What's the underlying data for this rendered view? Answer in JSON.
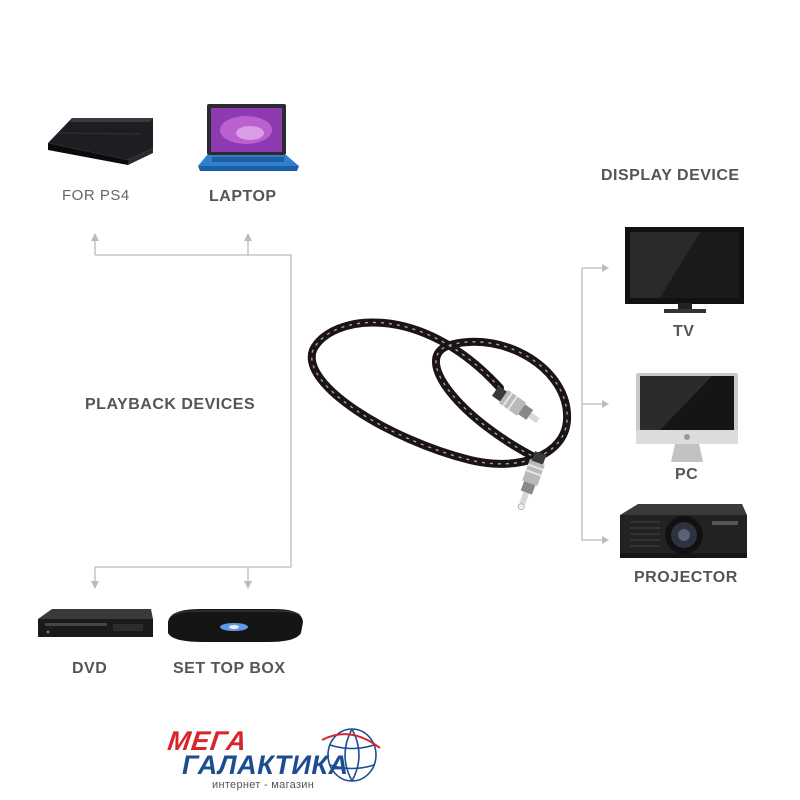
{
  "labels": {
    "ps4": "FOR PS4",
    "laptop": "LAPTOP",
    "display_device": "DISPLAY DEVICE",
    "tv": "TV",
    "playback_devices": "PLAYBACK DEVICES",
    "pc": "PC",
    "projector": "PROJECTOR",
    "dvd": "DVD",
    "set_top_box": "SET TOP BOX"
  },
  "logo": {
    "line1": "МЕГА",
    "line2": "ГАЛАКТИКА",
    "line3": "интернет - магазин"
  },
  "colors": {
    "label": "#555555",
    "connector_line": "#bbbbbb",
    "logo_red": "#d6262b",
    "logo_blue": "#1d4c91"
  },
  "icons": [
    "ps4-console-icon",
    "laptop-icon",
    "tv-icon",
    "pc-monitor-icon",
    "projector-icon",
    "dvd-player-icon",
    "set-top-box-icon",
    "optical-cable-icon",
    "globe-icon"
  ]
}
